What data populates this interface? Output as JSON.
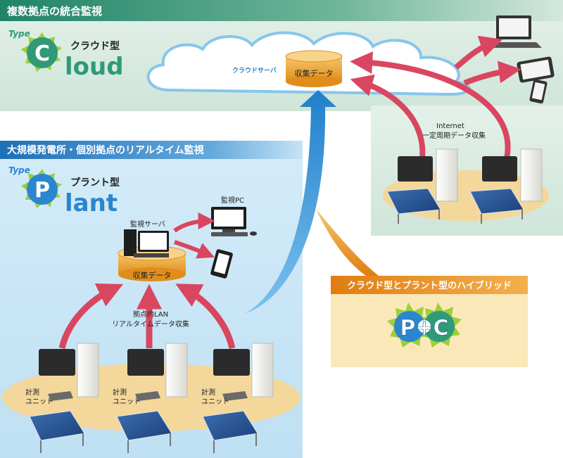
{
  "cloud_section": {
    "title": "複数拠点の統合監視",
    "type_label": "Type",
    "badge_letter": "C",
    "badge_rest": "loud",
    "name": "クラウド型",
    "server_label": "クラウドサーバ",
    "db_label": "収集データ",
    "internet_label_1": "Internet",
    "internet_label_2": "一定周期データ収集"
  },
  "plant_section": {
    "title": "大規模発電所・個別拠点のリアルタイム監視",
    "type_label": "Type",
    "badge_letter": "P",
    "badge_rest": "lant",
    "name": "プラント型",
    "server_label": "監視サーバ",
    "pc_label": "監視PC",
    "db_label": "収集データ",
    "lan_label_1": "拠点内LAN",
    "lan_label_2": "リアルタイムデータ収集",
    "unit_label_1": "計測",
    "unit_label_2": "ユニット"
  },
  "hybrid_section": {
    "title": "クラウド型とプラント型のハイブリッド",
    "logo_text": "P+C"
  },
  "colors": {
    "cloud_bg": "#d4e8dd",
    "cloud_header": "#2f9a78",
    "plant_bg": "#c6e3f5",
    "plant_header": "#2a86cf",
    "hybrid_bg": "#fbe8b8",
    "hybrid_header": "#ea8a1c",
    "arrow_red": "#d9465f",
    "arrow_blue": "#2f8fd0"
  }
}
